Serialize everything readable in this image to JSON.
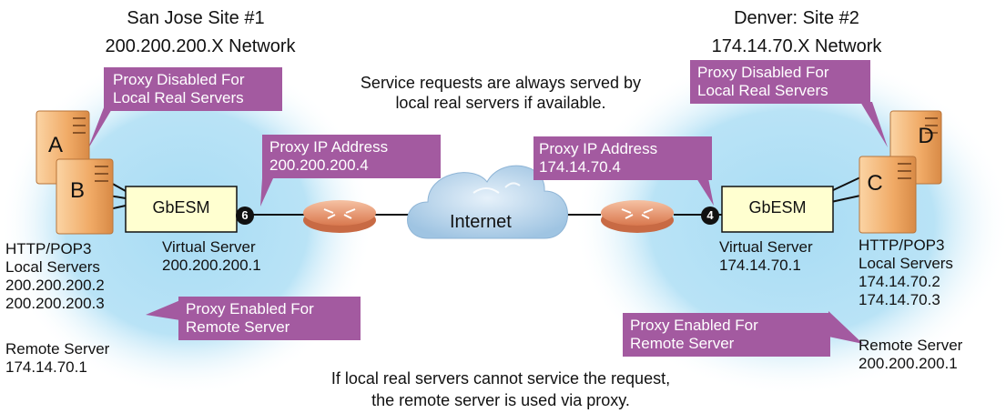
{
  "site1": {
    "title": "San Jose Site #1",
    "network": "200.200.200.X Network",
    "callout_disabled": "Proxy Disabled For\nLocal Real Servers",
    "callout_proxy_ip": "Proxy IP Address\n200.200.200.4",
    "callout_enabled": "Proxy Enabled For\nRemote Server",
    "switch_label": "GbESM",
    "port_number": "6",
    "virtual_server": "Virtual Server\n200.200.200.1",
    "local_servers": "HTTP/POP3\nLocal Servers\n200.200.200.2\n200.200.200.3",
    "remote_server": "Remote Server\n174.14.70.1",
    "server_a": "A",
    "server_b": "B"
  },
  "site2": {
    "title": "Denver: Site #2",
    "network": "174.14.70.X Network",
    "callout_disabled": "Proxy Disabled For\nLocal Real Servers",
    "callout_proxy_ip": "Proxy IP Address\n174.14.70.4",
    "callout_enabled": "Proxy Enabled For\nRemote Server",
    "switch_label": "GbESM",
    "port_number": "4",
    "virtual_server": "Virtual Server\n174.14.70.1",
    "local_servers": "HTTP/POP3\nLocal Servers\n174.14.70.2\n174.14.70.3",
    "remote_server": "Remote Server\n200.200.200.1",
    "server_c": "C",
    "server_d": "D"
  },
  "internet_label": "Internet",
  "note_top": "Service requests are always served by\nlocal real servers if available.",
  "note_bottom": "If local real servers cannot service the request,\nthe remote server is used via proxy.",
  "colors": {
    "site_glow": "#a8dcf4",
    "callout": "#a35aa0",
    "switch_fill": "#ffffd0",
    "server_body": "#f0b070",
    "router": "#e8906a",
    "cloud": "#bcd8ec"
  }
}
